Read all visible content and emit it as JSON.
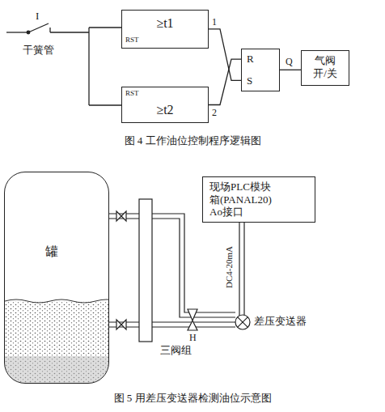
{
  "diagram": {
    "nodes": [
      {
        "text": [
          "≥t1",
          "RST"
        ]
      },
      {
        "text": [
          "≥t2",
          "RST"
        ]
      },
      {
        "text": [
          "R",
          "S"
        ]
      },
      {
        "text": [
          "气阀 开/关"
        ]
      },
      {
        "text": [
          "罐"
        ]
      },
      {
        "text": [
          "现场PLC模块箱(PANAL20) Ao接口"
        ]
      }
    ],
    "edges": [
      {
        "from": 0,
        "to": 2,
        "arrow": "none",
        "label": "1"
      },
      {
        "from": 1,
        "to": 2,
        "arrow": "none",
        "label": "2"
      },
      {
        "from": 2,
        "to": 3,
        "arrow": "none",
        "label": "Q"
      }
    ],
    "labels": [
      "I",
      "干簧管",
      "DC4-20mA",
      "三阀组",
      "H",
      "差压变送器",
      "图 4 工作油位控制程序逻辑图",
      "图 5 用差压变送器检测油位示意图"
    ]
  }
}
